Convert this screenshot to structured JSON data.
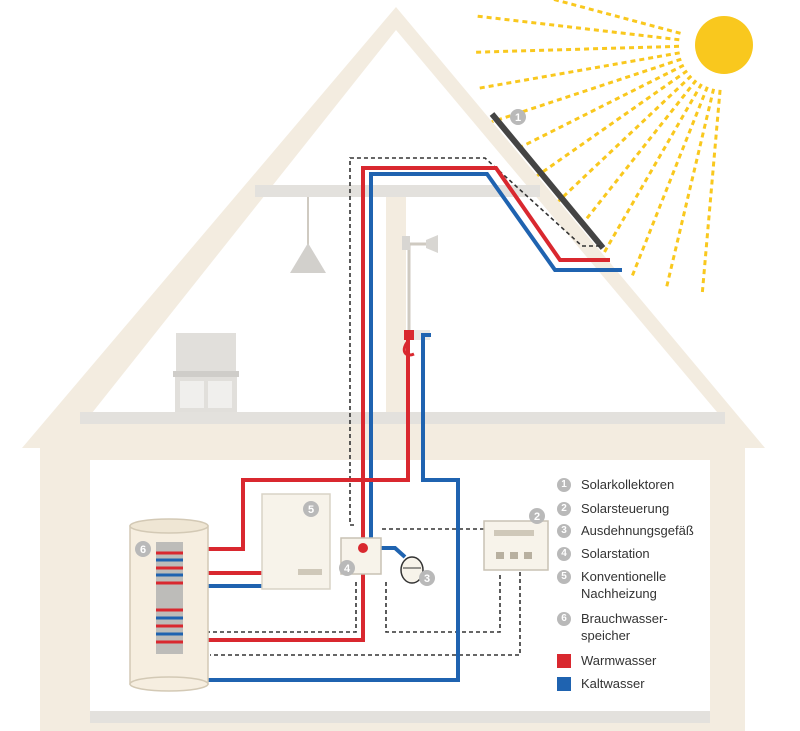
{
  "colors": {
    "house": "#f3ece0",
    "house_inner": "#ffffff",
    "floor": "#e3e1dd",
    "hot": "#d9282f",
    "cold": "#1f63b0",
    "sun": "#f9c81e",
    "device": "#f7f3ea",
    "badge": "#b9b9b9"
  },
  "diagram_labels": {
    "n1": "1",
    "n2": "2",
    "n3": "3",
    "n4": "4",
    "n5": "5",
    "n6": "6"
  },
  "legend": {
    "items": [
      {
        "num": "1",
        "label": "Solarkollektoren"
      },
      {
        "num": "2",
        "label": "Solarsteuerung"
      },
      {
        "num": "3",
        "label": "Ausdehnungsgefäß"
      },
      {
        "num": "4",
        "label": "Solarstation"
      },
      {
        "num": "5",
        "label": "Konventionelle Nachheizung"
      },
      {
        "num": "6",
        "label": "Brauchwasser-speicher"
      }
    ],
    "warm": "Warmwasser",
    "cold": "Kaltwasser"
  }
}
